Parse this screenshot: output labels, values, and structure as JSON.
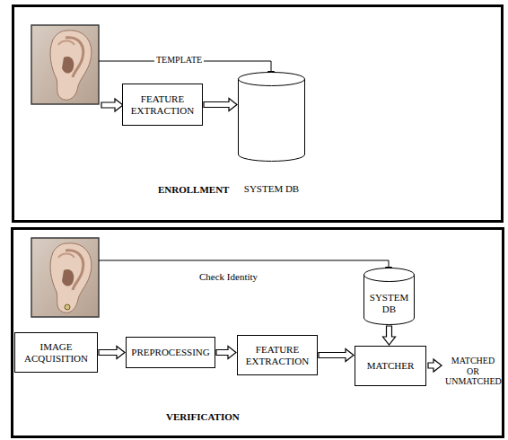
{
  "diagram": {
    "nodes": [
      {
        "text": [
          "ENROLLMENT"
        ]
      },
      {
        "text": [
          "FEATURE EXTRACTION"
        ],
        "in": 0
      },
      {
        "text": [
          "SYSTEM DB"
        ],
        "in": 0
      },
      {
        "text": [
          "VERIFICATION"
        ]
      },
      {
        "text": [
          "SYSTEM DB"
        ],
        "in": 3
      },
      {
        "text": [
          "IMAGE ACQUISITION"
        ],
        "in": 3
      },
      {
        "text": [
          "PREPROCESSING"
        ],
        "in": 3
      },
      {
        "text": [
          "FEATURE EXTRACTION"
        ],
        "in": 3
      },
      {
        "text": [
          "MATCHER"
        ],
        "in": 3
      }
    ],
    "edges": [
      {
        "from": 1,
        "to": 2,
        "arrow": "to"
      },
      {
        "from": 5,
        "to": 6,
        "arrow": "to"
      },
      {
        "from": 6,
        "to": 7,
        "arrow": "to"
      },
      {
        "from": 7,
        "to": 8,
        "arrow": "to"
      },
      {
        "from": 4,
        "to": 8,
        "arrow": "to"
      }
    ],
    "labels": [
      "TEMPLATE",
      "Check Identity",
      "MATCHED OR UNMATCHED"
    ]
  }
}
